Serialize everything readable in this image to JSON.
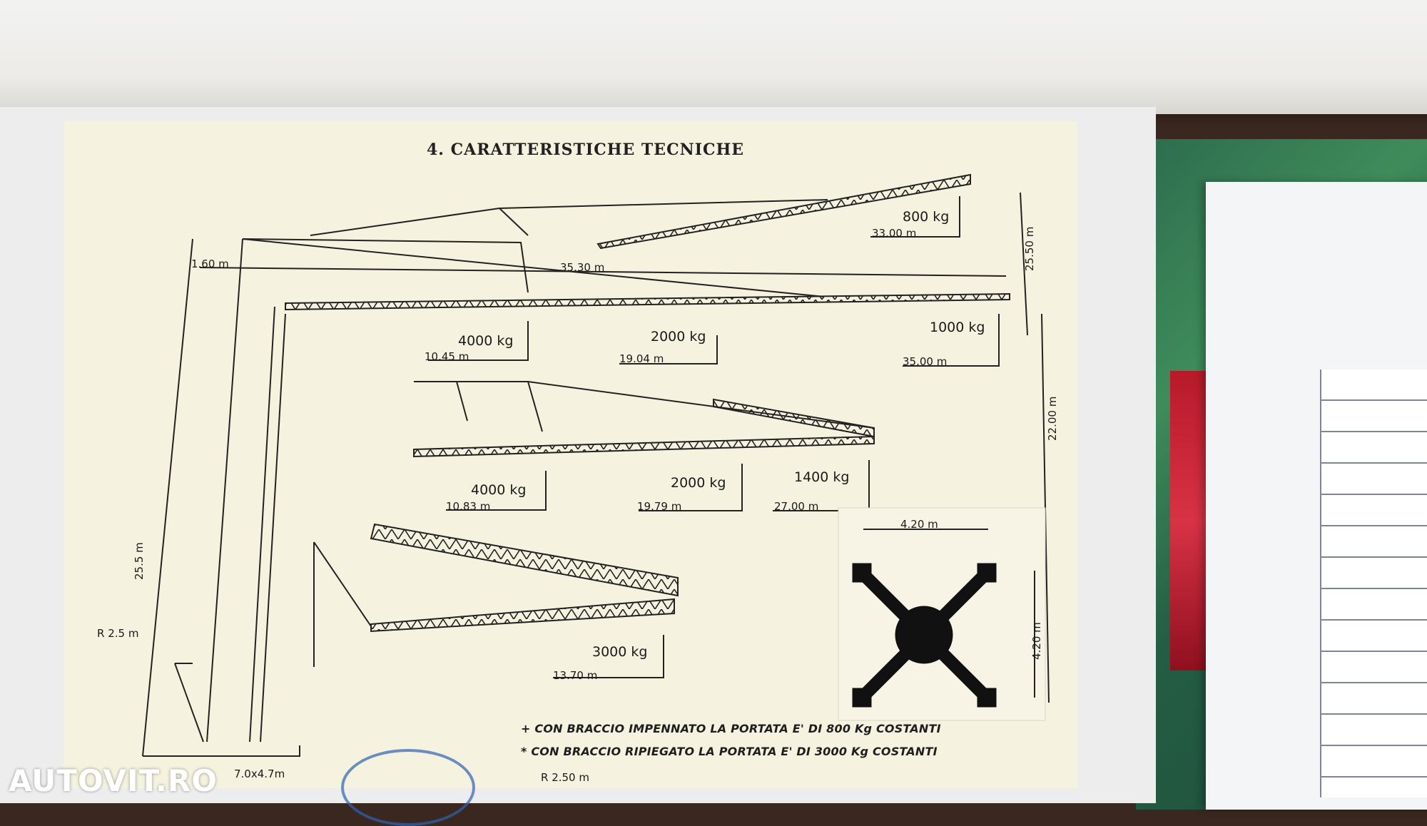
{
  "document": {
    "title": "4. CARATTERISTICHE  TECNICHE",
    "config_top": {
      "tip_load": "800 kg",
      "tip_radius": "33.00 m",
      "height_luffed": "25.50 m",
      "anchor_height": "1.60 m",
      "span": "35.30 m",
      "loads": [
        {
          "load": "4000 kg",
          "radius": "10.45 m"
        },
        {
          "load": "2000 kg",
          "radius": "19.04 m"
        },
        {
          "load": "1000 kg",
          "radius": "35.00 m"
        }
      ]
    },
    "config_mid": {
      "height": "22.00 m",
      "loads": [
        {
          "load": "4000 kg",
          "radius": "10.83 m"
        },
        {
          "load": "2000 kg",
          "radius": "19.79 m"
        },
        {
          "load": "1400 kg",
          "radius": "27.00 m"
        }
      ]
    },
    "config_folded": {
      "load": "3000 kg",
      "radius": "13.70 m"
    },
    "tower": {
      "height": "25.5 m",
      "radius": "R 2.5 m",
      "base": "7.0x4.7m"
    },
    "base_cross": {
      "width": "4.20 m",
      "depth": "4.20 m"
    },
    "notes": [
      "+ CON BRACCIO IMPENNATO LA PORTATA E' DI 800 Kg COSTANTI",
      "* CON BRACCIO RIPIEGATO LA PORTATA E' DI 3000 Kg COSTANTI"
    ],
    "bottom_radius": "R 2.50 m"
  },
  "watermark": "AUTOVIT.RO"
}
